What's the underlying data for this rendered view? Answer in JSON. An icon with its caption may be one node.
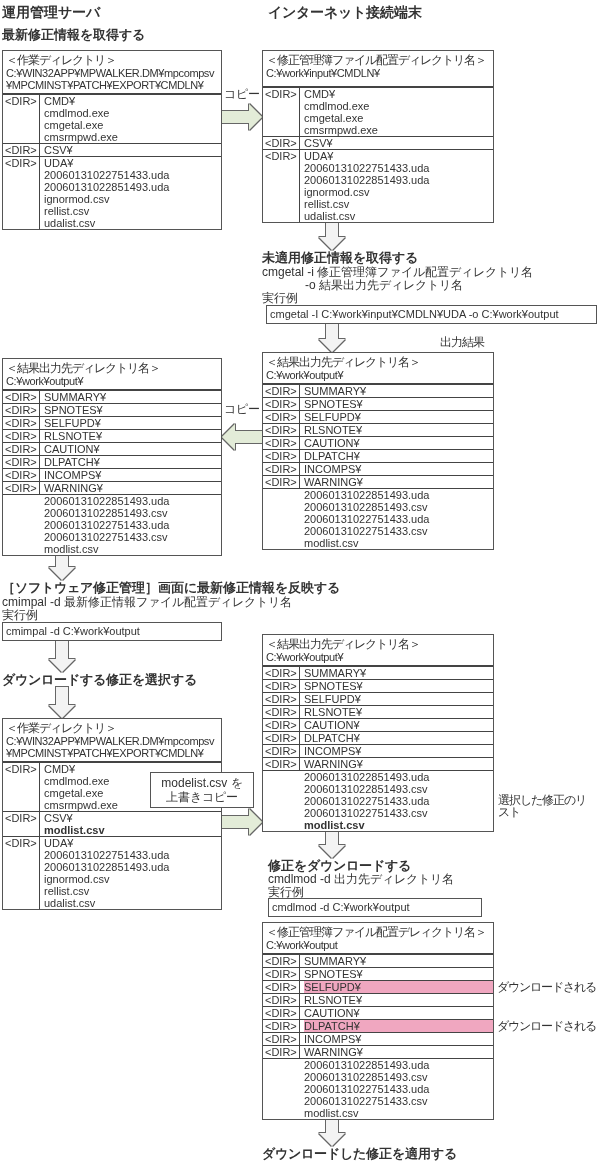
{
  "diagram": {
    "nodes": [
      {
        "text": [
          "＜作業ディレクトリ＞",
          "C:¥WIN32APP¥MPWALKER.DM¥mpcompsv ¥MPCMINST¥PATCH¥EXPORT¥CMDLN¥"
        ]
      },
      {
        "text": [
          "<DIR>",
          "CMD¥",
          "cmdlmod.exe",
          "cmgetal.exe",
          "cmsrmpwd.exe"
        ],
        "in": 0
      },
      {
        "text": [
          "<DIR>",
          "CSV¥"
        ],
        "in": 0
      },
      {
        "text": [
          "<DIR>",
          "UDA¥",
          "20060131022751433.uda",
          "20060131022851493.uda",
          "ignormod.csv",
          "rellist.csv",
          "udalist.csv"
        ],
        "in": 0
      },
      {
        "text": [
          "＜修正管理簿ファイル配置ディレクトリ名＞",
          "C:¥work¥input¥CMDLN¥"
        ]
      },
      {
        "text": [
          "<DIR>",
          "CMD¥",
          "cmdlmod.exe",
          "cmgetal.exe",
          "cmsrmpwd.exe"
        ],
        "in": 4
      },
      {
        "text": [
          "<DIR>",
          "CSV¥"
        ],
        "in": 4
      },
      {
        "text": [
          "<DIR>",
          "UDA¥",
          "20060131022751433.uda",
          "20060131022851493.uda",
          "ignormod.csv",
          "rellist.csv",
          "udalist.csv"
        ],
        "in": 4
      },
      {
        "text": [
          "未適用修正情報を取得する"
        ]
      },
      {
        "text": [
          "cmgetal -I C:¥work¥input¥CMDLN¥UDA -o C:¥work¥output"
        ]
      },
      {
        "text": [
          "＜結果出力先ディレクトリ名＞",
          "C:¥work¥output¥"
        ],
        "beside": [
          "出力結果"
        ]
      },
      {
        "text": [
          "<DIR>",
          "SUMMARY¥"
        ],
        "in": 10
      },
      {
        "text": [
          "<DIR>",
          "SPNOTES¥"
        ],
        "in": 10
      },
      {
        "text": [
          "<DIR>",
          "SELFUPD¥"
        ],
        "in": 10
      },
      {
        "text": [
          "<DIR>",
          "RLSNOTE¥"
        ],
        "in": 10
      },
      {
        "text": [
          "<DIR>",
          "CAUTION¥"
        ],
        "in": 10
      },
      {
        "text": [
          "<DIR>",
          "DLPATCH¥"
        ],
        "in": 10
      },
      {
        "text": [
          "<DIR>",
          "INCOMPS¥"
        ],
        "in": 10
      },
      {
        "text": [
          "<DIR>",
          "WARNING¥"
        ],
        "in": 10
      },
      {
        "text": [
          "20060131022851493.uda",
          "20060131022851493.csv",
          "20060131022751433.uda",
          "20060131022751433.csv",
          "modlist.csv"
        ],
        "in": 10
      },
      {
        "text": [
          "＜結果出力先ディレクトリ名＞",
          "C:¥work¥output¥"
        ]
      },
      {
        "text": [
          "<DIR>",
          "SUMMARY¥"
        ],
        "in": 20
      },
      {
        "text": [
          "<DIR>",
          "SPNOTES¥"
        ],
        "in": 20
      },
      {
        "text": [
          "<DIR>",
          "SELFUPD¥"
        ],
        "in": 20
      },
      {
        "text": [
          "<DIR>",
          "RLSNOTE¥"
        ],
        "in": 20
      },
      {
        "text": [
          "<DIR>",
          "CAUTION¥"
        ],
        "in": 20
      },
      {
        "text": [
          "<DIR>",
          "DLPATCH¥"
        ],
        "in": 20
      },
      {
        "text": [
          "<DIR>",
          "INCOMPS¥"
        ],
        "in": 20
      },
      {
        "text": [
          "<DIR>",
          "WARNING¥"
        ],
        "in": 20
      },
      {
        "text": [
          "20060131022851493.uda",
          "20060131022851493.csv",
          "20060131022751433.uda",
          "20060131022751433.csv",
          "modlist.csv"
        ],
        "in": 20
      },
      {
        "text": [
          "［ソフトウェア修正管理］画面に最新修正情報を反映する"
        ]
      },
      {
        "text": [
          "cmimpal -d C:¥work¥output"
        ]
      },
      {
        "text": [
          "ダウンロードする修正を選択する"
        ]
      },
      {
        "text": [
          "＜作業ディレクトリ＞",
          "C:¥WIN32APP¥MPWALKER.DM¥mpcompsv ¥MPCMINST¥PATCH¥EXPORT¥CMDLN¥"
        ]
      },
      {
        "text": [
          "<DIR>",
          "CMD¥",
          "cmdlmod.exe",
          "cmgetal.exe",
          "cmsrmpwd.exe"
        ],
        "in": 33
      },
      {
        "text": [
          "<DIR>",
          "CSV¥",
          "**modlist.csv**"
        ],
        "in": 33
      },
      {
        "text": [
          "<DIR>",
          "UDA¥",
          "20060131022751433.uda",
          "20060131022851493.uda",
          "ignormod.csv",
          "rellist.csv",
          "udalist.csv"
        ],
        "in": 33
      },
      {
        "text": [
          "＜結果出力先ディレクトリ名＞",
          "C:¥work¥output¥"
        ],
        "beside": [
          "選択した修正のリスト"
        ]
      },
      {
        "text": [
          "<DIR>",
          "SUMMARY¥"
        ],
        "in": 37
      },
      {
        "text": [
          "<DIR>",
          "SPNOTES¥"
        ],
        "in": 37
      },
      {
        "text": [
          "<DIR>",
          "SELFUPD¥"
        ],
        "in": 37
      },
      {
        "text": [
          "<DIR>",
          "RLSNOTE¥"
        ],
        "in": 37
      },
      {
        "text": [
          "<DIR>",
          "CAUTION¥"
        ],
        "in": 37
      },
      {
        "text": [
          "<DIR>",
          "DLPATCH¥"
        ],
        "in": 37
      },
      {
        "text": [
          "<DIR>",
          "INCOMPS¥"
        ],
        "in": 37
      },
      {
        "text": [
          "<DIR>",
          "WARNING¥"
        ],
        "in": 37
      },
      {
        "text": [
          "20060131022851493.uda",
          "20060131022851493.csv",
          "20060131022751433.uda",
          "20060131022751433.csv",
          "**modlist.csv**"
        ],
        "in": 37
      },
      {
        "text": [
          "修正をダウンロードする"
        ]
      },
      {
        "text": [
          "cmdlmod -d C:¥work¥output"
        ]
      },
      {
        "text": [
          "＜修正管理簿ファイル配置デレィクトリ名＞",
          "C:¥work¥output"
        ]
      },
      {
        "text": [
          "<DIR>",
          "SUMMARY¥"
        ],
        "in": 49
      },
      {
        "text": [
          "<DIR>",
          "SPNOTES¥"
        ],
        "in": 49
      },
      {
        "text": [
          "<DIR>",
          "SELFUPD¥"
        ],
        "in": 49,
        "beside": [
          "ダウンロードされる"
        ]
      },
      {
        "text": [
          "<DIR>",
          "RLSNOTE¥"
        ],
        "in": 49
      },
      {
        "text": [
          "<DIR>",
          "CAUTION¥"
        ],
        "in": 49
      },
      {
        "text": [
          "<DIR>",
          "DLPATCH¥"
        ],
        "in": 49,
        "beside": [
          "ダウンロードされる"
        ]
      },
      {
        "text": [
          "<DIR>",
          "INCOMPS¥"
        ],
        "in": 49
      },
      {
        "text": [
          "<DIR>",
          "WARNING¥"
        ],
        "in": 49
      },
      {
        "text": [
          "20060131022851493.uda",
          "20060131022851493.csv",
          "20060131022751433.uda",
          "20060131022751433.csv",
          "modlist.csv"
        ],
        "in": 49
      },
      {
        "text": [
          "ダウンロードした修正を適用する"
        ]
      }
    ],
    "edges": [
      {
        "from": 0,
        "to": 4,
        "arrow": "to",
        "label": "コピー",
        "color": "#e3ecd8"
      },
      {
        "from": 4,
        "to": 8,
        "arrow": "to"
      },
      {
        "from": 9,
        "to": 10,
        "arrow": "to"
      },
      {
        "from": 10,
        "to": 20,
        "arrow": "to",
        "label": "コピー",
        "color": "#e3ecd8"
      },
      {
        "from": 20,
        "to": 30,
        "arrow": "to"
      },
      {
        "from": 31,
        "to": 32,
        "arrow": "to"
      },
      {
        "from": 32,
        "to": 33,
        "arrow": "to"
      },
      {
        "from": 33,
        "to": 37,
        "arrow": "to",
        "label": "modelist.csv を上書きコピー",
        "color": "#e3ecd8"
      },
      {
        "from": 37,
        "to": 47,
        "arrow": "to"
      },
      {
        "from": 49,
        "to": 59,
        "arrow": "to"
      }
    ],
    "labels": [
      "運用管理サーバ",
      "インターネット接続端末",
      "最新修正情報を取得する",
      "cmgetal -i 修正管理簿ファイル配置ディレクトリ名",
      "-o 結果出力先ディレクトリ名",
      "実行例",
      "cmimpal -d 最新修正情報ファイル配置ディレクトリ名",
      "実行例",
      "cmdlmod -d 出力先ディレクトリ名",
      "実行例"
    ]
  }
}
